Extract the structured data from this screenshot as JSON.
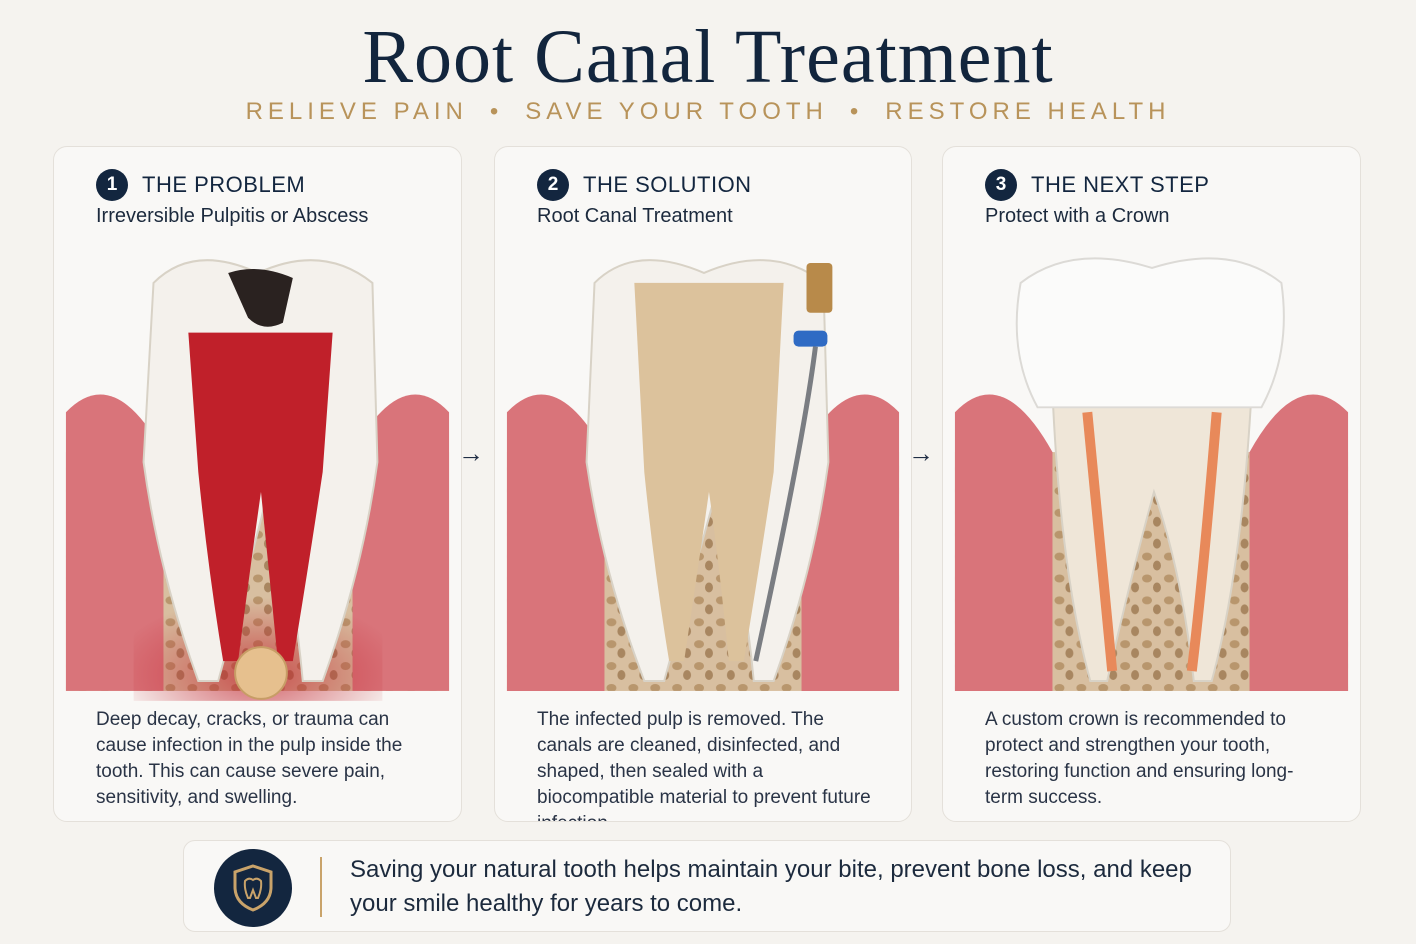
{
  "header": {
    "title": "Root Canal Treatment",
    "tagline": [
      "RELIEVE PAIN",
      "SAVE YOUR TOOTH",
      "RESTORE HEALTH"
    ],
    "tagline_separator": "•"
  },
  "steps": [
    {
      "number": "1",
      "title": "THE PROBLEM",
      "subtitle": "Irreversible Pulpitis or Abscess",
      "description": "Deep decay, cracks, or trauma can cause infection in the pulp inside the tooth. This can cause severe pain, sensitivity, and swelling."
    },
    {
      "number": "2",
      "title": "THE SOLUTION",
      "subtitle": "Root Canal Treatment",
      "description": "The infected pulp is removed. The canals are cleaned, disinfected, and shaped, then sealed with a biocompatible material to prevent future infection."
    },
    {
      "number": "3",
      "title": "THE NEXT STEP",
      "subtitle": "Protect with a Crown",
      "description": "A custom crown is recommended to protect and strengthen your tooth, restoring function and ensuring long-term success."
    }
  ],
  "arrows": [
    "→",
    "→"
  ],
  "footer": {
    "icon": "shield-tooth-icon",
    "text": "Saving your natural tooth helps maintain your bite, prevent bone loss, and keep your smile healthy for years to come."
  },
  "colors": {
    "navy": "#13263f",
    "gold": "#b8935a",
    "gum": "#d9747a",
    "bone": "#d8bfa0",
    "infection": "#c0202a",
    "enamel": "#f4f1ec"
  }
}
